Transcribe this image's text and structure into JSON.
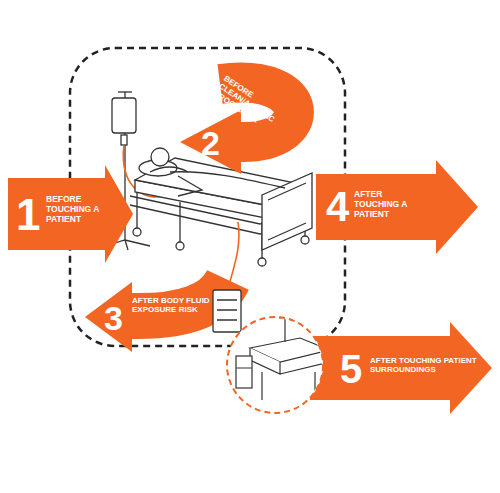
{
  "diagram": {
    "nodes": [
      {
        "text": [
          "1",
          "BEFORE TOUCHING A PATIENT"
        ]
      },
      {
        "text": [
          "2",
          "BEFORE CLEAN/ASEPTIC PROCEDURE"
        ]
      },
      {
        "text": [
          "3",
          "AFTER BODY FLUID EXPOSURE RISK"
        ]
      },
      {
        "text": [
          "4",
          "AFTER TOUCHING A PATIENT"
        ]
      },
      {
        "text": [
          "5",
          "AFTER TOUCHING PATIENT SURROUNDINGS"
        ]
      }
    ]
  }
}
